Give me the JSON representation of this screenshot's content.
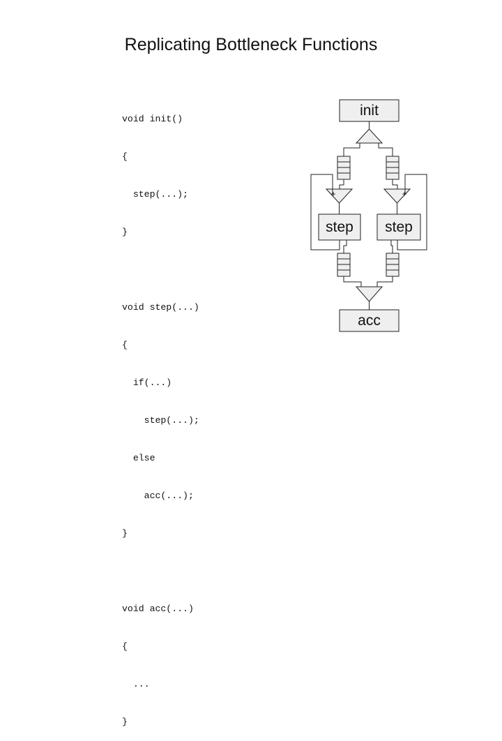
{
  "title": "Replicating Bottleneck Functions",
  "code": [
    "void init()",
    "{",
    "  step(...);",
    "}",
    "",
    "void step(...)",
    "{",
    "  if(...)",
    "    step(...);",
    "  else",
    "    acc(...);",
    "}",
    "",
    "void acc(...)",
    "{",
    "  ...",
    "}"
  ],
  "diagram": {
    "init_label": "init",
    "step_left_label": "step",
    "step_right_label": "step",
    "acc_label": "acc",
    "plus_left": "+",
    "plus_right": "+",
    "box_fill": "#efefef",
    "stroke": "#222222"
  }
}
